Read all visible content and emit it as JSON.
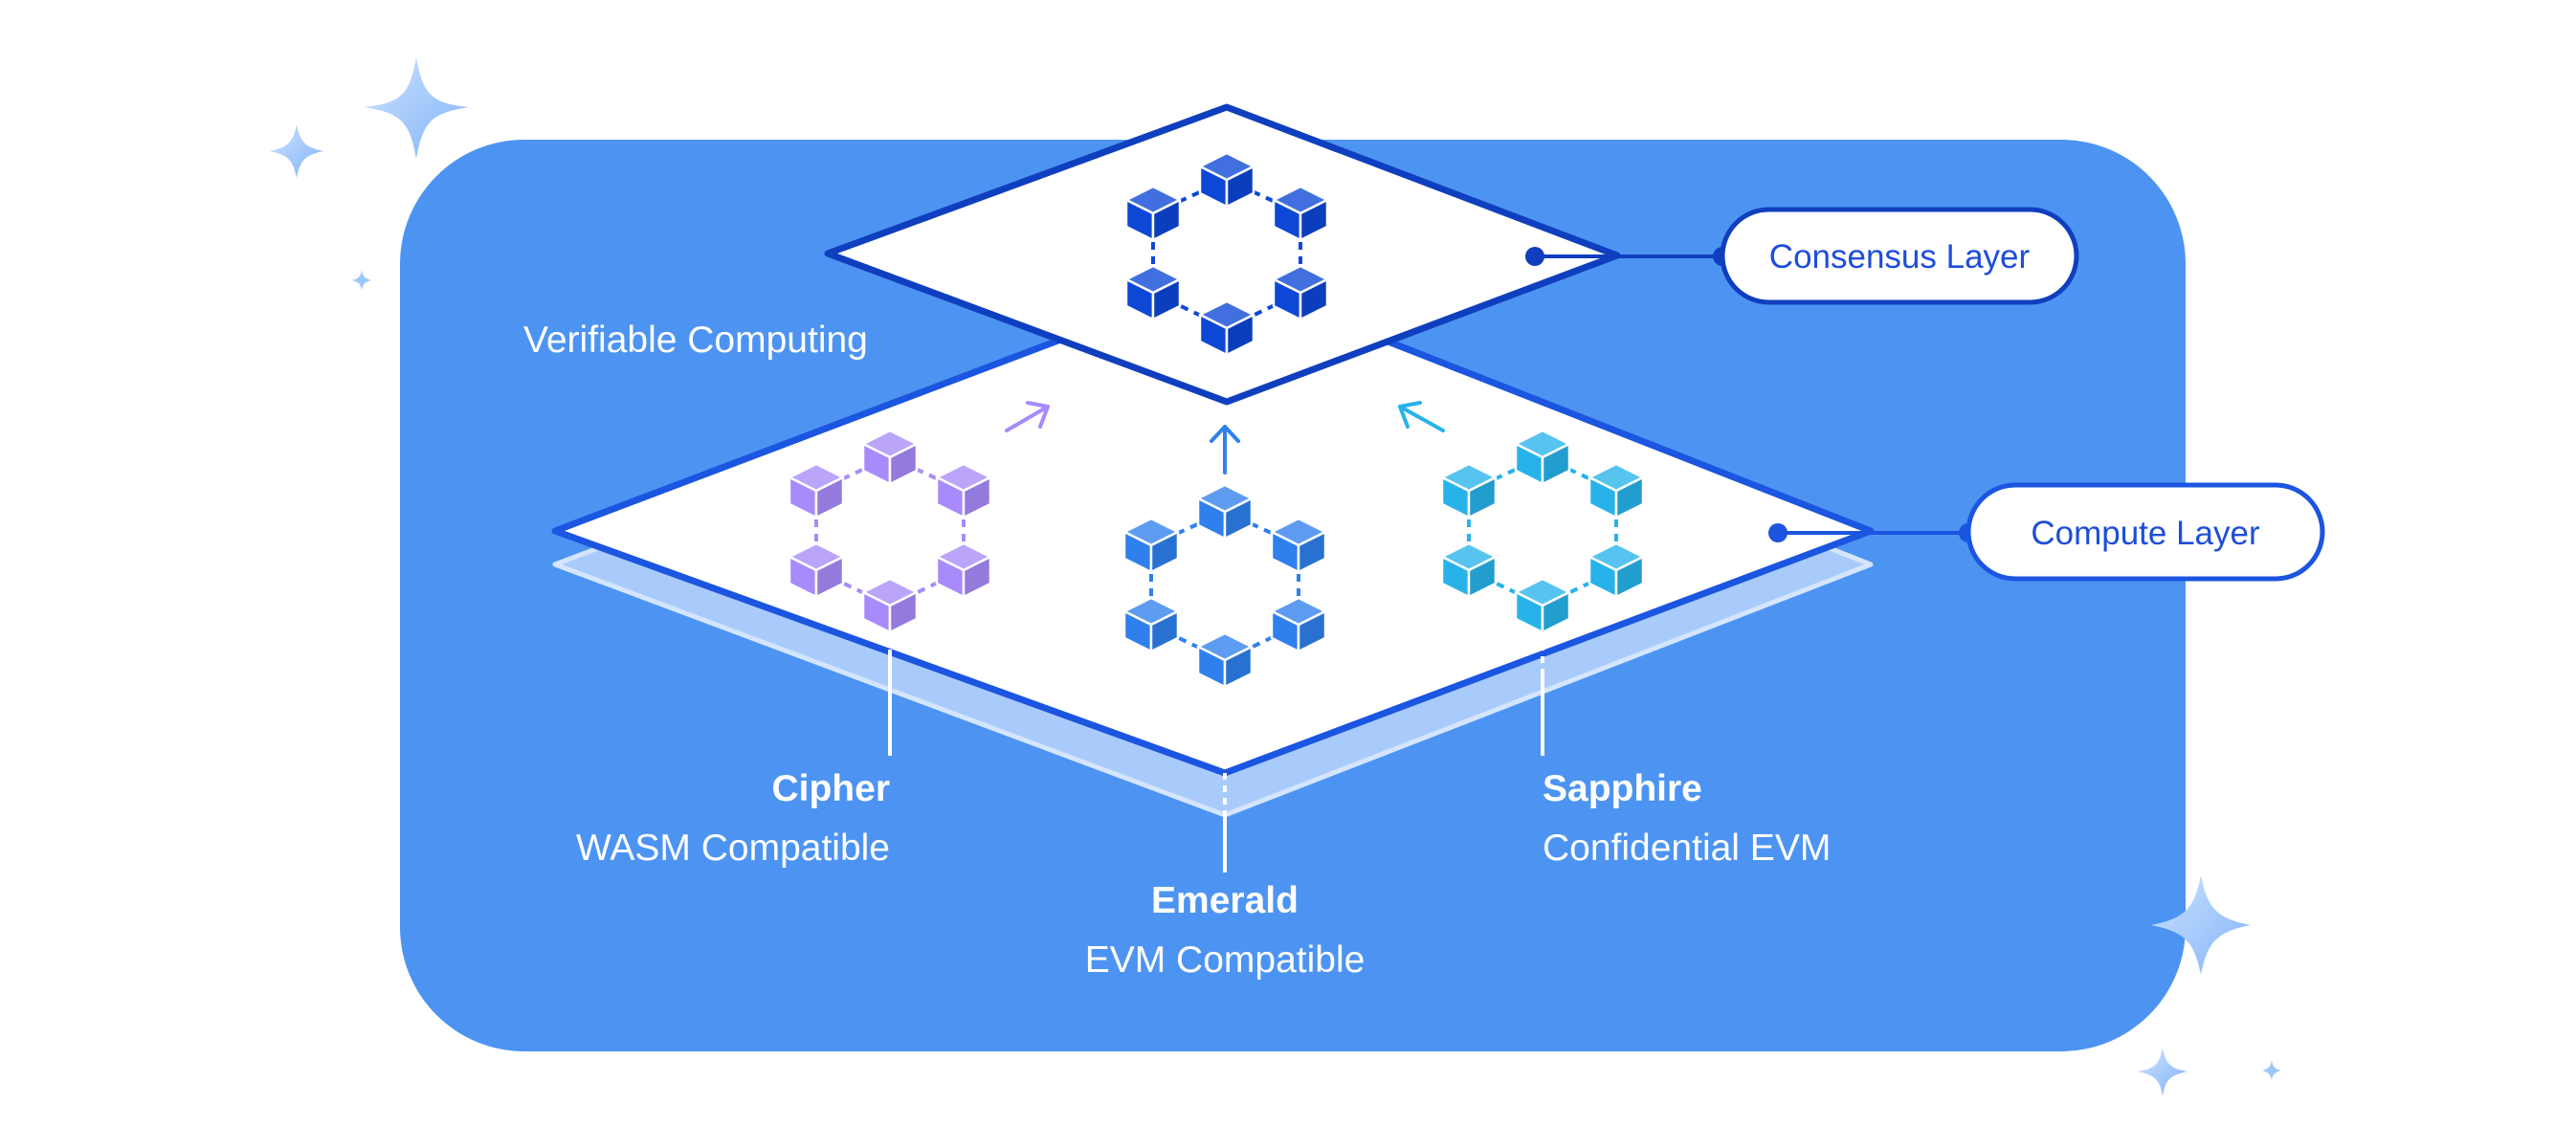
{
  "colors": {
    "background": "#ffffff",
    "panel": "#4d94f2",
    "layer_outline": "#1b55e0",
    "consensus_outline": "#0f3fbf",
    "consensus_cubes": "#0d47d6",
    "cipher_cubes": "#a78bfa",
    "emerald_cubes": "#2f80ed",
    "sapphire_cubes": "#27b3ea",
    "sparkle": "#8fc0fb"
  },
  "labels": {
    "verifiable_computing": "Verifiable Computing",
    "consensus_layer": "Consensus Layer",
    "compute_layer": "Compute Layer"
  },
  "paratimes": [
    {
      "key": "cipher",
      "name": "Cipher",
      "desc": "WASM Compatible",
      "icon": "cube-ring-icon"
    },
    {
      "key": "emerald",
      "name": "Emerald",
      "desc": "EVM Compatible",
      "icon": "cube-ring-icon"
    },
    {
      "key": "sapphire",
      "name": "Sapphire",
      "desc": "Confidential EVM",
      "icon": "cube-ring-icon"
    }
  ],
  "icons": [
    "sparkle-icon",
    "arrow-up-icon",
    "arrow-up-right-icon",
    "arrow-up-left-icon",
    "cube-ring-icon"
  ]
}
